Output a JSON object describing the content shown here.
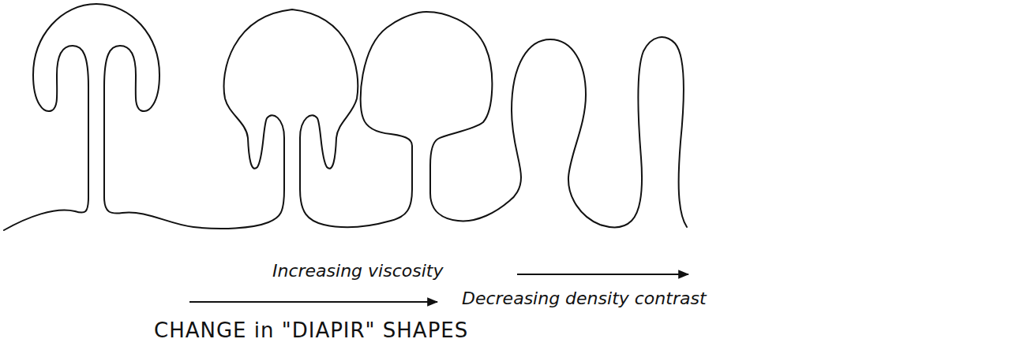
{
  "diagram": {
    "title": "CHANGE in \"DIAPIR\" SHAPES",
    "labels": [
      "Increasing viscosity",
      "Decreasing density contrast"
    ]
  }
}
